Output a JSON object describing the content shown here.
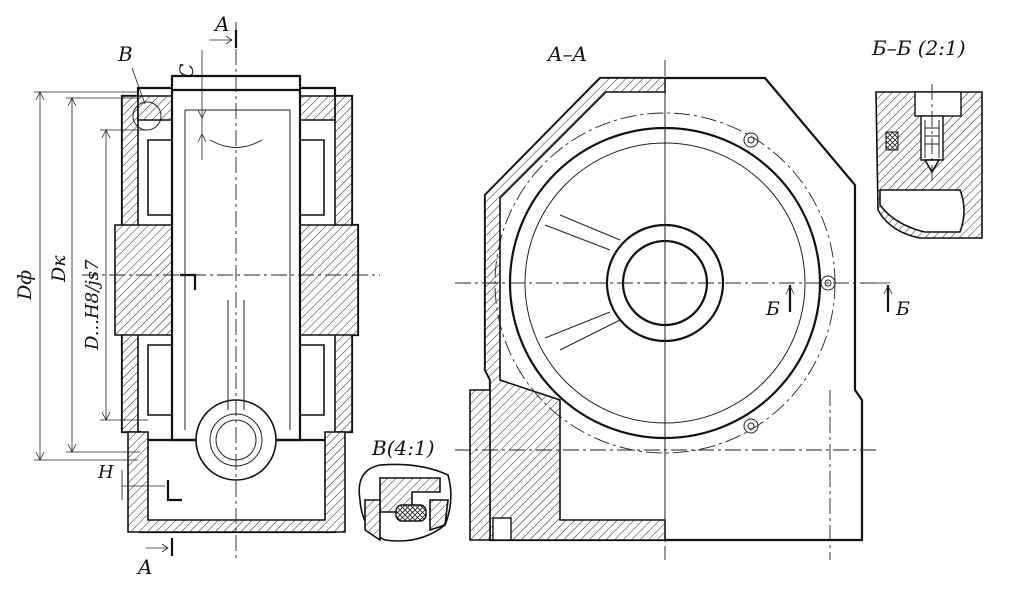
{
  "labels": {
    "section_mark_top": "A",
    "section_mark_bottom": "A",
    "detail_b_callout": "B",
    "dim_c": "C",
    "dim_h": "H",
    "dim_df": "Dф",
    "dim_dk": "Dк",
    "dim_d": "D...H8/js7",
    "section_title_aa": "A–A",
    "section_title_bb": "Б–Б (2:1)",
    "detail_b_title": "B(4:1)",
    "cut_mark_left": "Б",
    "cut_mark_right": "Б"
  }
}
